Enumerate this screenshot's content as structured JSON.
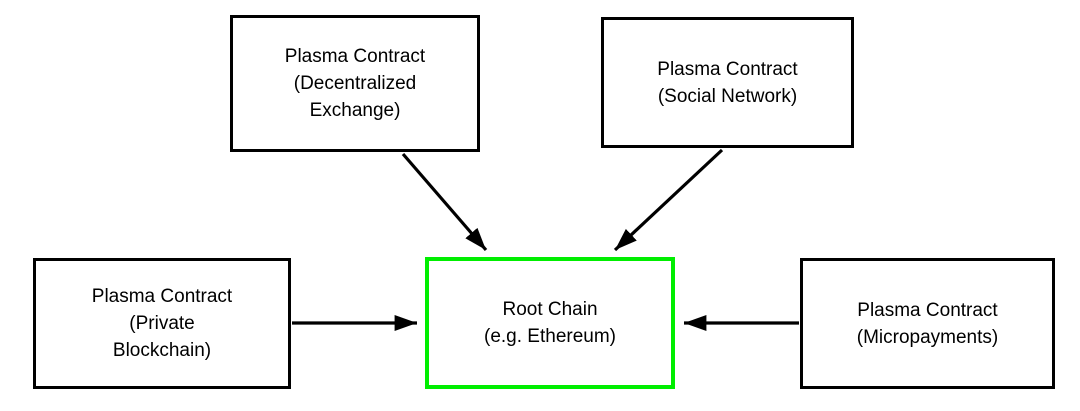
{
  "diagram": {
    "colors": {
      "background": "#ffffff",
      "line": "#000000",
      "root_border": "#00ee00"
    },
    "nodes": {
      "decentralized_exchange": {
        "lines": [
          "Plasma Contract",
          "(Decentralized",
          "Exchange)"
        ]
      },
      "social_network": {
        "lines": [
          "Plasma Contract",
          "(Social Network)"
        ]
      },
      "private_blockchain": {
        "lines": [
          "Plasma Contract",
          "(Private",
          "Blockchain)"
        ]
      },
      "root_chain": {
        "lines": [
          "Root Chain",
          "(e.g. Ethereum)"
        ]
      },
      "micropayments": {
        "lines": [
          "Plasma Contract",
          "(Micropayments)"
        ]
      }
    }
  }
}
